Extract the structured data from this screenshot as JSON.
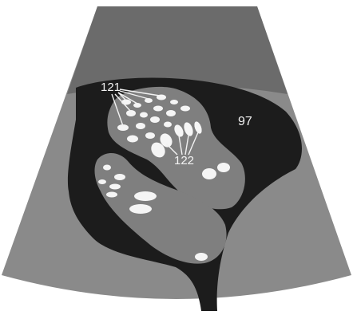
{
  "figure": {
    "labels": {
      "region_97": "97",
      "group_121": "121",
      "group_122": "122"
    },
    "colors": {
      "background": "#ffffff",
      "sector_light": "#8a8a8a",
      "sector_upper": "#6b6b6b",
      "dark_region": "#1c1c1c",
      "mid_tissue": "#7f7f7f",
      "ellipse_fill": "#f5f5f5",
      "label_color": "#f2f2f2"
    }
  }
}
